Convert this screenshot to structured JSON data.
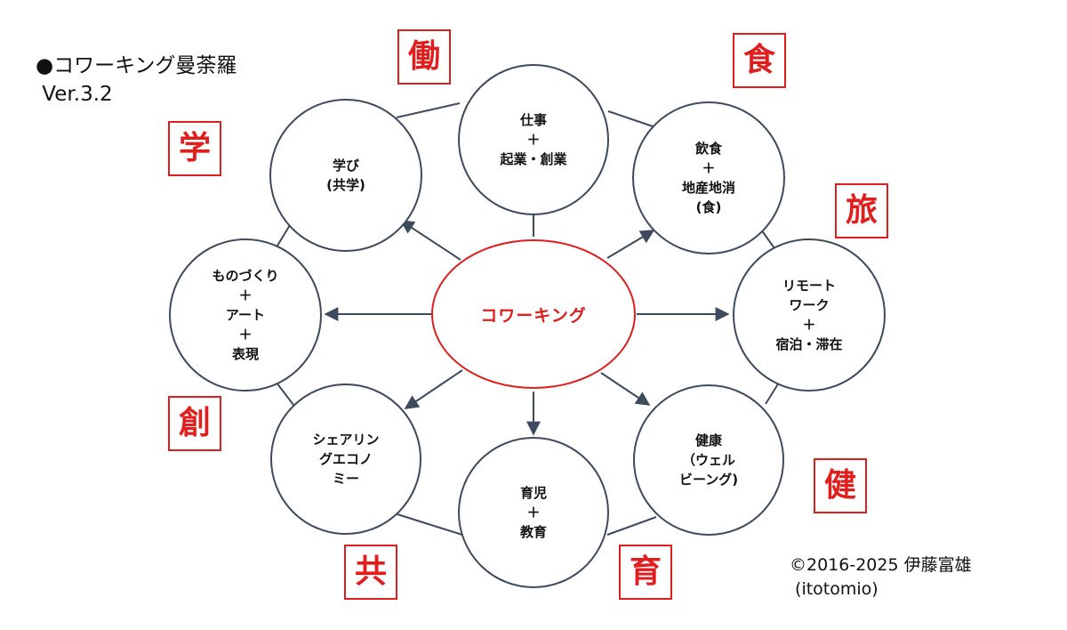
{
  "heading": {
    "line1": "●コワーキング曼荼羅",
    "line2": " Ver.3.2"
  },
  "center_label": "コワーキング",
  "nodes": {
    "work": {
      "lines": [
        "仕事",
        "＋",
        "起業・創業"
      ]
    },
    "food": {
      "lines": [
        "飲食",
        "＋",
        "地産地消",
        "(食)"
      ]
    },
    "remote": {
      "lines": [
        "リモート",
        "ワーク",
        "＋",
        "宿泊・滞在"
      ]
    },
    "health": {
      "lines": [
        "健康",
        "（ウェル",
        "ビーング)"
      ]
    },
    "child": {
      "lines": [
        "育児",
        "＋",
        "教育"
      ]
    },
    "share": {
      "lines": [
        "シェアリン",
        "グエコノ",
        "ミー"
      ]
    },
    "make": {
      "lines": [
        "ものづくり",
        "＋",
        "アート",
        "＋",
        "表現"
      ]
    },
    "learn": {
      "lines": [
        "学び",
        "(共学)"
      ]
    }
  },
  "kanji": {
    "work": "働",
    "food": "食",
    "travel": "旅",
    "health": "健",
    "nurture": "育",
    "together": "共",
    "create": "創",
    "learn": "学"
  },
  "credit": {
    "line1": "©2016-2025 伊藤富雄",
    "line2": " (itotomio)"
  },
  "colors": {
    "accent": "#e01e1e",
    "outline": "#3e4a5e",
    "arrow": "#3e4a5e",
    "text": "#111111"
  }
}
